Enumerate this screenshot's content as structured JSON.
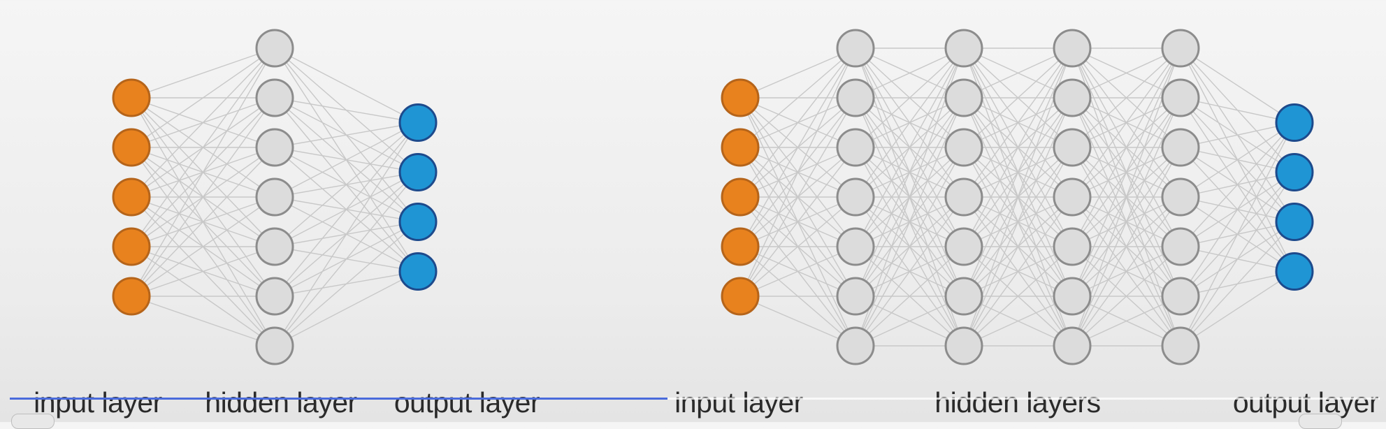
{
  "colors": {
    "input_fill": "#e8821e",
    "input_stroke": "#b5641a",
    "hidden_fill": "#dcdcdc",
    "hidden_stroke": "#8c8c8c",
    "output_fill": "#1f95d4",
    "output_stroke": "#1d4a8c",
    "edge": "#c8c8c8",
    "progress": "#4a6bdc"
  },
  "networks": [
    {
      "name": "simple-network",
      "layers": [
        {
          "type": "input",
          "nodes": 5
        },
        {
          "type": "hidden",
          "nodes": 7
        },
        {
          "type": "output",
          "nodes": 4
        }
      ],
      "labels": [
        "input layer",
        "hidden layer",
        "output layer"
      ]
    },
    {
      "name": "deep-network",
      "layers": [
        {
          "type": "input",
          "nodes": 5
        },
        {
          "type": "hidden",
          "nodes": 7
        },
        {
          "type": "hidden",
          "nodes": 7
        },
        {
          "type": "hidden",
          "nodes": 7
        },
        {
          "type": "hidden",
          "nodes": 7
        },
        {
          "type": "output",
          "nodes": 4
        }
      ],
      "labels": [
        "input layer",
        "hidden layers",
        "output layer"
      ]
    }
  ],
  "player": {
    "progress_fraction": 0.48
  }
}
